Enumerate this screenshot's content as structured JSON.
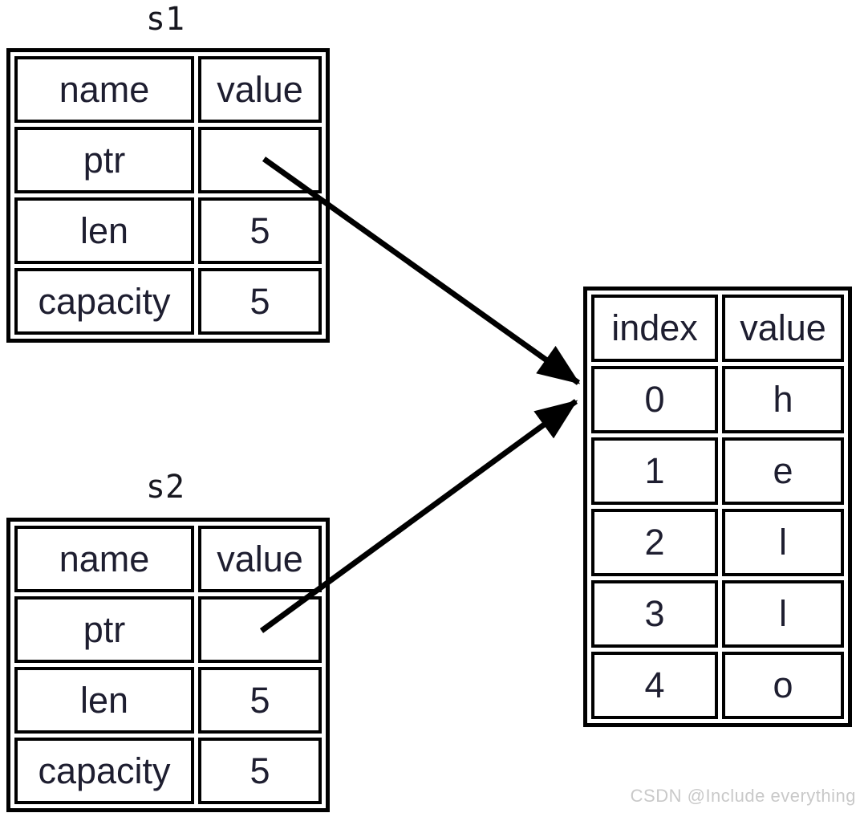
{
  "page": {
    "background": "#ffffff",
    "border_color": "#000000",
    "text_color": "#1e1e30",
    "arrow_color": "#000000"
  },
  "tables": {
    "s1": {
      "label": "s1",
      "headers": [
        "name",
        "value"
      ],
      "rows": [
        [
          "ptr",
          ""
        ],
        [
          "len",
          "5"
        ],
        [
          "capacity",
          "5"
        ]
      ]
    },
    "s2": {
      "label": "s2",
      "headers": [
        "name",
        "value"
      ],
      "rows": [
        [
          "ptr",
          ""
        ],
        [
          "len",
          "5"
        ],
        [
          "capacity",
          "5"
        ]
      ]
    },
    "heap": {
      "headers": [
        "index",
        "value"
      ],
      "rows": [
        [
          "0",
          "h"
        ],
        [
          "1",
          "e"
        ],
        [
          "2",
          "l"
        ],
        [
          "3",
          "l"
        ],
        [
          "4",
          "o"
        ]
      ]
    }
  },
  "arrows": [
    {
      "name": "s1-ptr-arrow",
      "from": "s1 ptr value cell",
      "to": "heap row 0"
    },
    {
      "name": "s2-ptr-arrow",
      "from": "s2 ptr value cell",
      "to": "heap row 0"
    }
  ],
  "watermark": {
    "text": "CSDN @Include everything",
    "color": "#c9c9c9"
  }
}
